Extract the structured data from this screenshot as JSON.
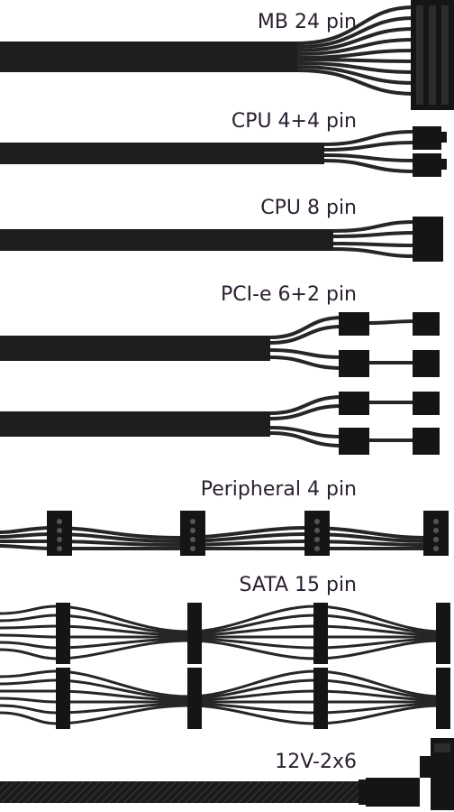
{
  "cables": [
    {
      "label": "MB 24 pin"
    },
    {
      "label": "CPU 4+4 pin"
    },
    {
      "label": "CPU 8 pin"
    },
    {
      "label": "PCI-e 6+2 pin"
    },
    {
      "label": "Peripheral 4 pin"
    },
    {
      "label": "SATA 15 pin"
    },
    {
      "label": "12V-2x6"
    }
  ],
  "colors": {
    "cable": "#1e1e1e",
    "wire": "#2a2a2a",
    "connector": "#151515",
    "label": "#2b2030"
  }
}
